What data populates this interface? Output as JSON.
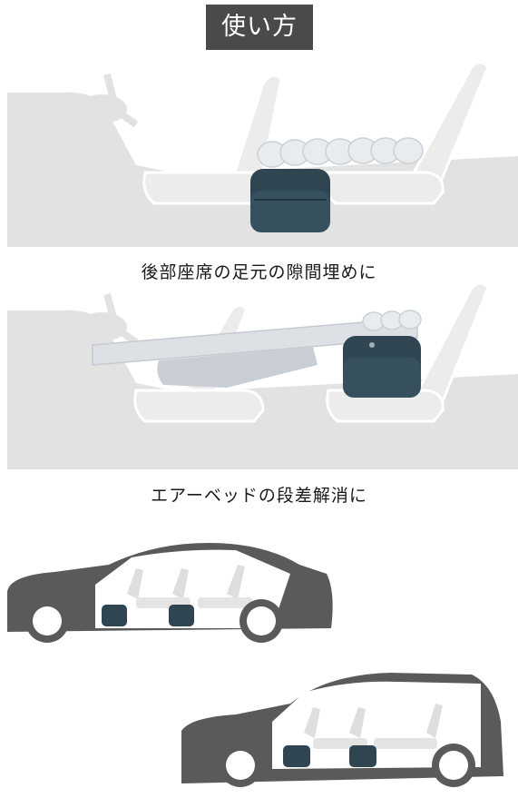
{
  "title": "使い方",
  "captions": {
    "footwell": "後部座席の足元の隙間埋めに",
    "airbed": "エアーベッドの段差解消に"
  },
  "colors": {
    "badge_bg": "#4a4a4a",
    "panel_gray": "#e2e2e2",
    "seat_gray": "#ececec",
    "car_body": "#5a5a5a",
    "cushion_navy": "#2f4652"
  },
  "illustrations": [
    {
      "name": "rear-footwell-diagram",
      "icon": "car-interior-cushion-footwell"
    },
    {
      "name": "airbed-gap-diagram",
      "icon": "car-interior-airbed"
    },
    {
      "name": "sedan-side-view",
      "icon": "sedan-car-icon"
    },
    {
      "name": "suv-side-view",
      "icon": "suv-car-icon"
    }
  ]
}
